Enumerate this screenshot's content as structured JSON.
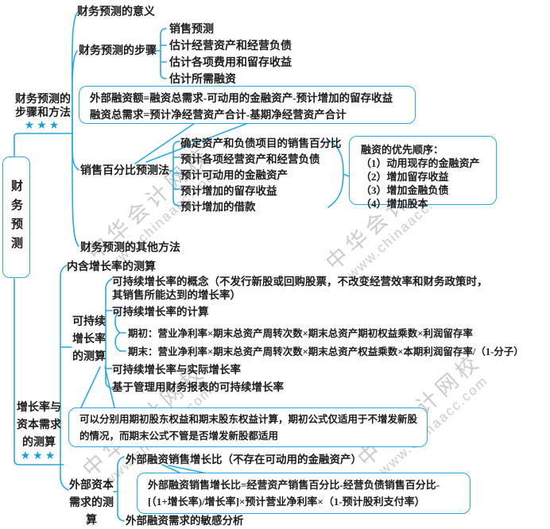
{
  "colors": {
    "line": "#29a9e0",
    "text": "#1c1c1c",
    "star": "#1e9ed9",
    "watermark": "#c3c3c3"
  },
  "root": {
    "label": "财务预测"
  },
  "watermark": {
    "cn": "中华会计网校",
    "url": "www.chinaacc.com"
  },
  "branch1": {
    "label_line1": "财务预测的",
    "label_line2": "步骤和方法",
    "stars": "★★★",
    "meaning": "财务预测的意义",
    "steps": {
      "label": "财务预测的步骤",
      "items": [
        "销售预测",
        "估计经营资产和经营负债",
        "估计各项费用和留存收益",
        "估计所需融资"
      ]
    },
    "callout_formula": {
      "line1": "外部融资额=融资总需求-可动用的金融资产-预计增加的留存收益",
      "line2": "融资总需求=预计净经营资产合计-基期净经营资产合计"
    },
    "percent_method": {
      "label": "销售百分比预测法",
      "items": [
        "确定资产和负债项目的销售百分比",
        "预计各项经营资产和经营负债",
        "预计可动用的金融资产",
        "预计增加的留存收益",
        "预计增加的借款"
      ]
    },
    "callout_priority": {
      "title": "融资的优先顺序：",
      "items": [
        "（1）动用现存的金融资产",
        "（2）增加留存收益",
        "（3）增加金融负债",
        "（4）增加股本"
      ]
    },
    "other": "财务预测的其他方法"
  },
  "branch2": {
    "label_line1": "增长率与",
    "label_line2": "资本需求",
    "label_line3": "的测算",
    "stars": "★★★",
    "internal_growth": "内含增长率的测算",
    "sustainable": {
      "label_line1": "可持续",
      "label_line2": "增长率",
      "label_line3": "的测算",
      "concept_line1": "可持续增长率的概念（不发行新股或回购股票，不改变经营效率和财务政策时，",
      "concept_line2": "其销售所能达到的增长率）",
      "calc": "可持续增长率的计算",
      "period_begin": "期初：营业净利率×期末总资产周转次数×期末总资产期初权益乘数×利润留存率",
      "period_end": "期末：营业净利率×期末总资产周转次数×期末总资产权益乘数×本期利润留存率/（1-分子）",
      "vs_actual": "可持续增长率与实际增长率",
      "mgmt_report": "基于管理用财务报表的可持续增长率",
      "callout_line1": "可以分别用期初股东权益和期末股东权益计算，期初公式仅适用于不增发新股",
      "callout_line2": "的情况，而期末公式不管是否增发新股都适用"
    },
    "external_capital": {
      "label_line1": "外部资本",
      "label_line2": "需求的测算",
      "ratio_item": "外部融资销售增长比（不存在可动用的金融资产）",
      "callout_line1": "外部融资销售增长比=经营资产销售百分比-经营负债销售百分比-",
      "callout_line2": "[（1+增长率)/增长率]×预计营业净利率×（1-预计股利支付率）",
      "sensitivity": "外部融资需求的敏感分析"
    }
  }
}
